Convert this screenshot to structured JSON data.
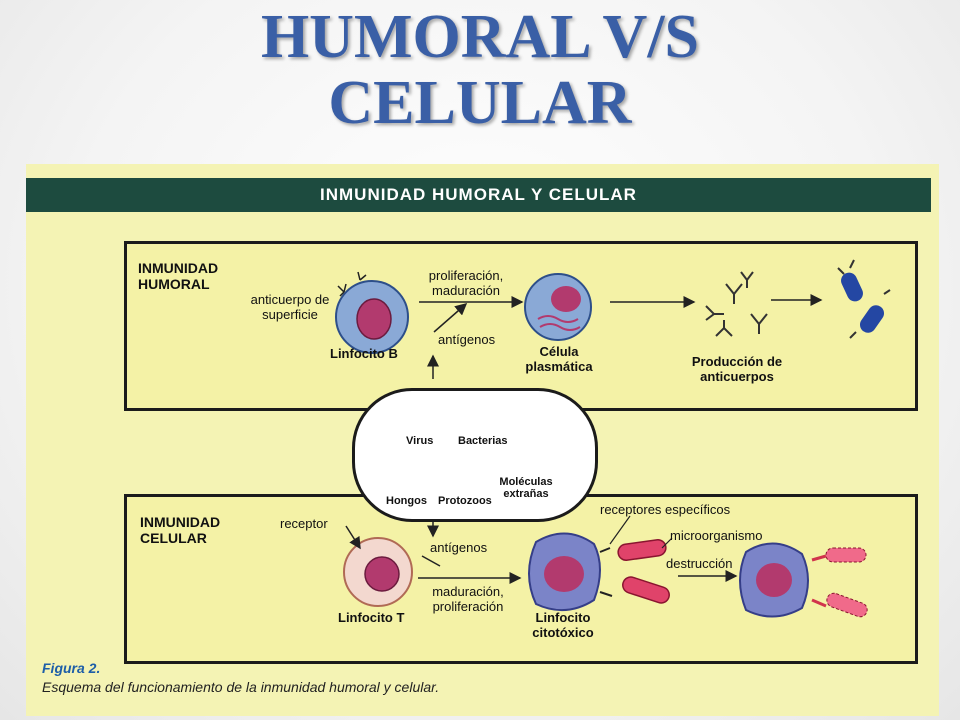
{
  "slide": {
    "title_line1": "HUMORAL V/S",
    "title_line2": "CELULAR"
  },
  "figure": {
    "banner": "INMUNIDAD HUMORAL Y CELULAR",
    "humoral": {
      "title": "INMUNIDAD HUMORAL",
      "anticuerpo": "anticuerpo de superficie",
      "linfocito_b": "Linfocito B",
      "proliferacion": "proliferación, maduración",
      "antigenos": "antígenos",
      "celula": "Célula plasmática",
      "produccion": "Producción de anticuerpos"
    },
    "center": {
      "virus": "Virus",
      "bacterias": "Bacterias",
      "hongos": "Hongos",
      "protozoos": "Protozoos",
      "moleculas": "Moléculas extrañas"
    },
    "celular": {
      "title": "INMUNIDAD CELULAR",
      "receptor": "receptor",
      "antigenos": "antígenos",
      "linfocito_t": "Linfocito T",
      "maduracion": "maduración, proliferación",
      "receptores": "receptores específicos",
      "microorganismo": "microorganismo",
      "destruccion": "destrucción",
      "linfocito_cit": "Linfocito citotóxico"
    },
    "caption_title": "Figura 2.",
    "caption_text": "Esquema del funcionamiento de la inmunidad humoral y celular."
  },
  "colors": {
    "title": "#3a5fa6",
    "banner_bg": "#1d4b3f",
    "panel_bg": "#f4f2a6",
    "cell_blue": "#8aa9d6",
    "nucleus": "#b23a6e",
    "microbe_red": "#e0436a"
  }
}
